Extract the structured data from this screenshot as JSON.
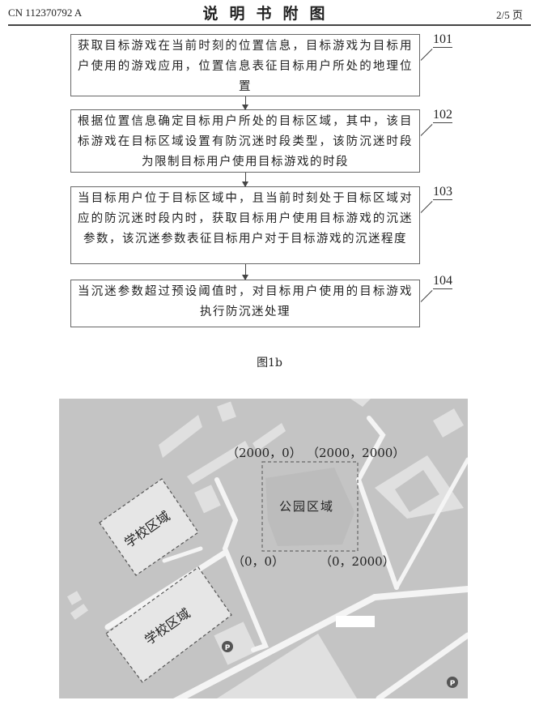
{
  "header": {
    "doc_number": "CN 112370792 A",
    "title": "说明书附图",
    "page": "2/5 页"
  },
  "flow": [
    {
      "id": "101",
      "text": "获取目标游戏在当前时刻的位置信息，目标游戏为目标用户使用的游戏应用，位置信息表征目标用户所处的地理位置"
    },
    {
      "id": "102",
      "text": "根据位置信息确定目标用户所处的目标区域，其中，该目标游戏在目标区域设置有防沉迷时段类型，该防沉迷时段为限制目标用户使用目标游戏的时段"
    },
    {
      "id": "103",
      "text": "当目标用户位于目标区域中，且当前时刻处于目标区域对应的防沉迷时段内时，获取目标用户使用目标游戏的沉迷参数，该沉迷参数表征目标用户对于目标游戏的沉迷程度"
    },
    {
      "id": "104",
      "text": "当沉迷参数超过预设阈值时，对目标用户使用的目标游戏执行防沉迷处理"
    }
  ],
  "caption": "图1b",
  "map": {
    "park_label": "公园区域",
    "school_labels": [
      "学校区域",
      "学校区域"
    ],
    "coords": {
      "top_left": "（2000，0）",
      "top_right": "（2000，2000）",
      "bottom_left": "（0，0）",
      "bottom_right": "（0，2000）"
    },
    "parking_glyph": "P"
  }
}
